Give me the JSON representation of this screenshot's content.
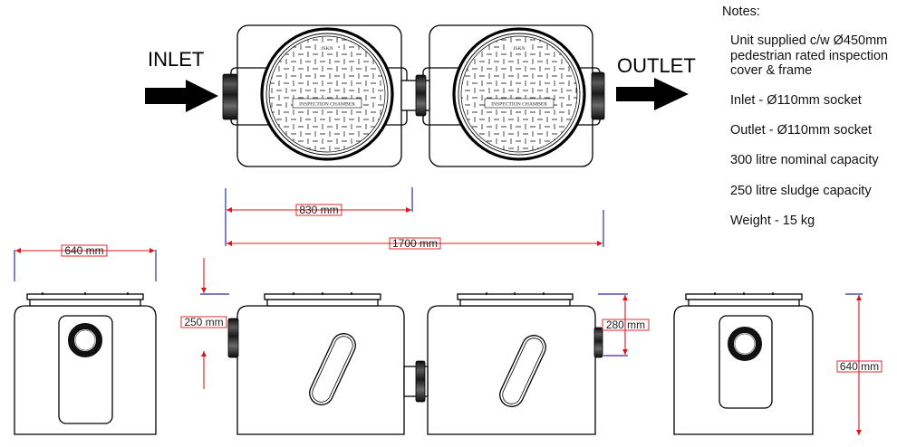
{
  "flow_labels": {
    "inlet": "INLET",
    "outlet": "OUTLET"
  },
  "notes": {
    "heading": "Notes:",
    "items": [
      {
        "lines": [
          "Unit supplied c/w Ø450mm",
          "pedestrian rated inspection",
          "cover & frame"
        ]
      },
      {
        "lines": [
          "Inlet - Ø110mm socket"
        ]
      },
      {
        "lines": [
          "Outlet - Ø110mm socket"
        ]
      },
      {
        "lines": [
          "300 litre nominal capacity"
        ]
      },
      {
        "lines": [
          "250 litre sludge capacity"
        ]
      },
      {
        "lines": [
          "Weight - 15 kg"
        ]
      }
    ]
  },
  "covers": {
    "brand": "JSKN",
    "label": "INSPECTION CHAMBER"
  },
  "dimensions": {
    "chamber_length": "830 mm",
    "overall_length": "1700 mm",
    "unit_width": "640 mm",
    "inlet_depth": "250 mm",
    "outlet_depth": "280 mm",
    "unit_height": "640 mm"
  },
  "colors": {
    "dimension_line": "#e0141b",
    "extension_line": "#2a2fa8",
    "outline": "#000000"
  }
}
